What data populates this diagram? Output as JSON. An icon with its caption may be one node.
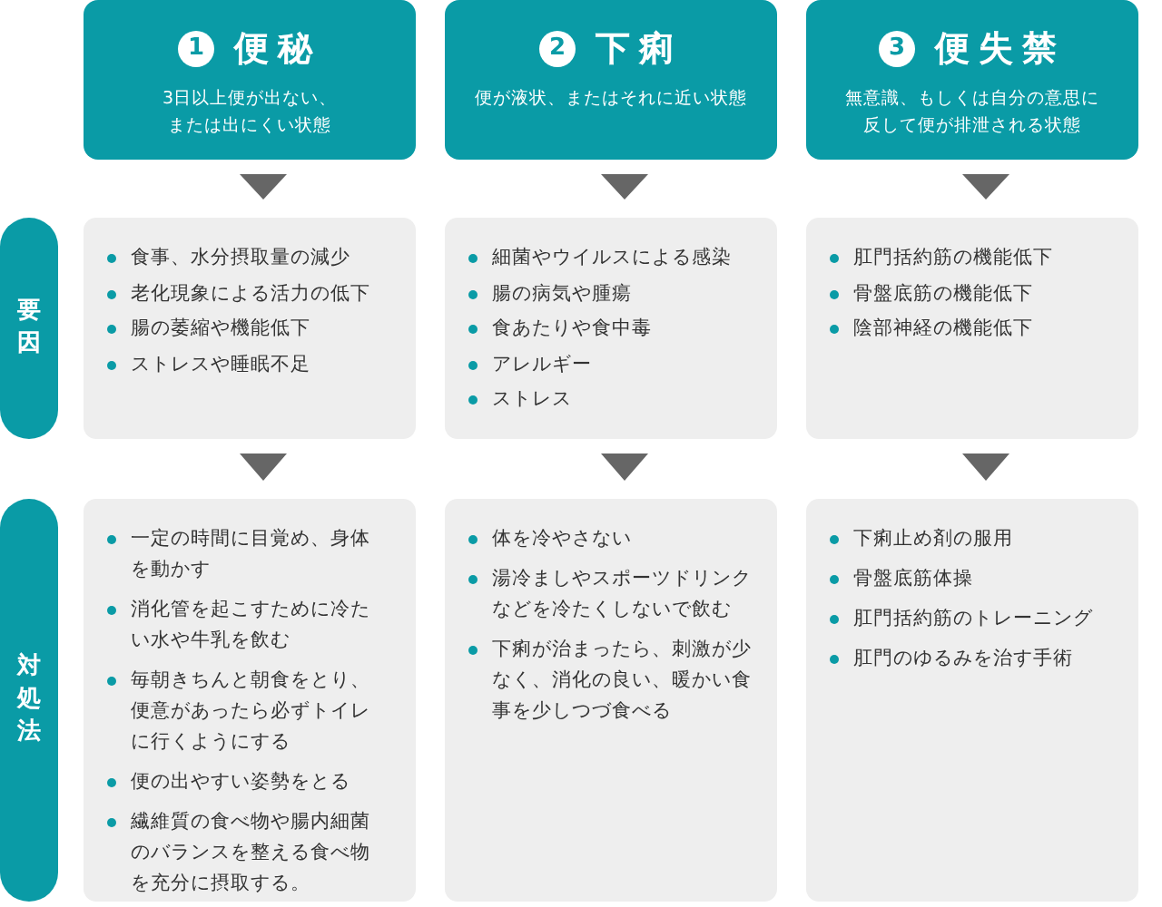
{
  "diagram": {
    "nodes": [
      {
        "text": [
          "1",
          "便秘",
          "3日以上便が出ない、または出にくい状態"
        ]
      },
      {
        "text": [
          "2",
          "下痢",
          "便が液状、またはそれに近い状態"
        ]
      },
      {
        "text": [
          "3",
          "便失禁",
          "無意識、もしくは自分の意思に反して便が排泄される状態"
        ]
      },
      {
        "text": [
          "要因"
        ]
      },
      {
        "text": [
          "食事、水分摂取量の減少",
          "老化現象による活力の低下",
          "腸の萎縮や機能低下",
          "ストレスや睡眠不足"
        ]
      },
      {
        "text": [
          "細菌やウイルスによる感染",
          "腸の病気や腫瘍",
          "食あたりや食中毒",
          "アレルギー",
          "ストレス"
        ]
      },
      {
        "text": [
          "肛門括約筋の機能低下",
          "骨盤底筋の機能低下",
          "陰部神経の機能低下"
        ]
      },
      {
        "text": [
          "対処法"
        ]
      },
      {
        "text": [
          "一定の時間に目覚め、身体を動かす",
          "消化管を起こすために冷たい水や牛乳を飲む",
          "毎朝きちんと朝食をとり、便意があったら必ずトイレに行くようにする",
          "便の出やすい姿勢をとる",
          "繊維質の食べ物や腸内細菌のバランスを整える食べ物を充分に摂取する。"
        ]
      },
      {
        "text": [
          "体を冷やさない",
          "湯冷ましやスポーツドリンクなどを冷たくしないで飲む",
          "下痢が治まったら、刺激が少なく、消化の良い、暖かい食事を少しつづ食べる"
        ]
      },
      {
        "text": [
          "下痢止め剤の服用",
          "骨盤底筋体操",
          "肛門括約筋のトレーニング",
          "肛門のゆるみを治す手術"
        ]
      }
    ],
    "edges": [
      {
        "from": 0,
        "to": 4,
        "arrow": "to"
      },
      {
        "from": 1,
        "to": 5,
        "arrow": "to"
      },
      {
        "from": 2,
        "to": 6,
        "arrow": "to"
      },
      {
        "from": 4,
        "to": 8,
        "arrow": "to"
      },
      {
        "from": 5,
        "to": 9,
        "arrow": "to"
      },
      {
        "from": 6,
        "to": 10,
        "arrow": "to"
      }
    ]
  }
}
